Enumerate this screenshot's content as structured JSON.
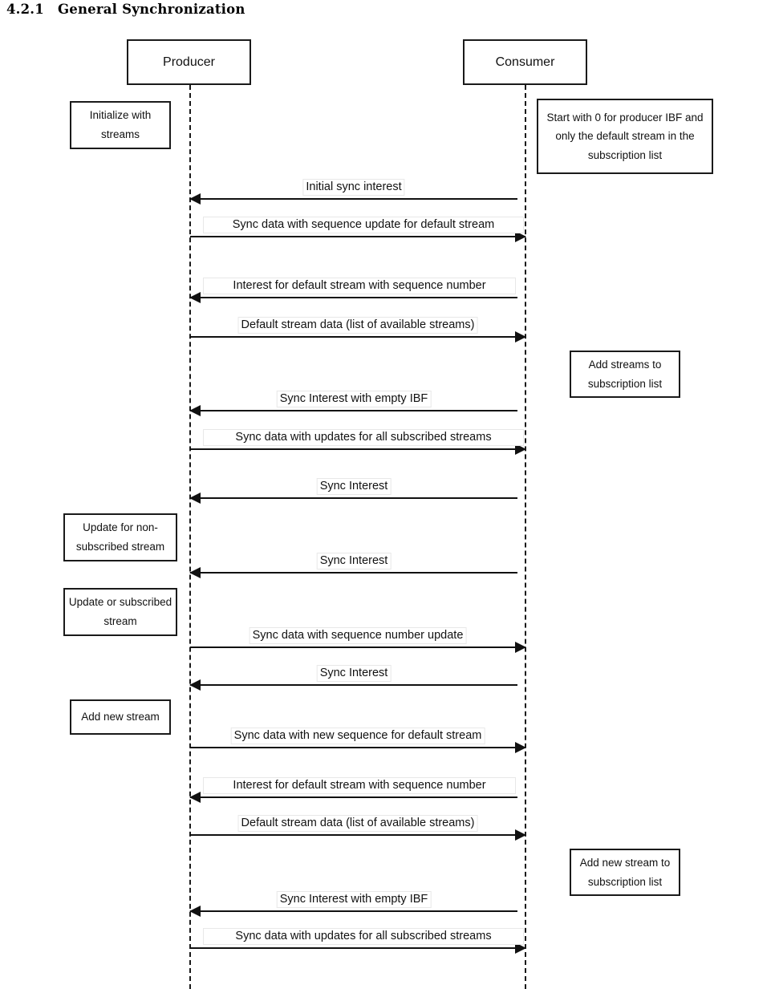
{
  "heading": {
    "number": "4.2.1",
    "title": "General Synchronization"
  },
  "actors": [
    {
      "id": "producer",
      "label": "Producer"
    },
    {
      "id": "consumer",
      "label": "Consumer"
    }
  ],
  "notes": [
    {
      "id": "note-initialize",
      "side": "producer",
      "text": "Initialize with streams"
    },
    {
      "id": "note-start-with-zero",
      "side": "consumer",
      "text": "Start with 0 for producer IBF and only the default stream in the subscription list"
    },
    {
      "id": "note-add-streams",
      "side": "consumer",
      "text": "Add streams to subscription list"
    },
    {
      "id": "note-update-nonsub",
      "side": "producer",
      "text": "Update for non-subscribed stream"
    },
    {
      "id": "note-update-sub",
      "side": "producer",
      "text": "Update or subscribed stream"
    },
    {
      "id": "note-add-new-stream",
      "side": "producer",
      "text": "Add new stream"
    },
    {
      "id": "note-add-new-stream-to-list",
      "side": "consumer",
      "text": "Add new stream to subscription list"
    }
  ],
  "messages": [
    {
      "id": "msg-1",
      "label": "Initial sync interest",
      "direction": "consumer-to-producer"
    },
    {
      "id": "msg-2",
      "label": "Sync data with sequence update for default stream",
      "direction": "producer-to-consumer"
    },
    {
      "id": "msg-3",
      "label": "Interest for default stream with sequence number",
      "direction": "consumer-to-producer"
    },
    {
      "id": "msg-4",
      "label": "Default stream data (list of available streams)",
      "direction": "producer-to-consumer"
    },
    {
      "id": "msg-5",
      "label": "Sync Interest with empty IBF",
      "direction": "consumer-to-producer"
    },
    {
      "id": "msg-6",
      "label": "Sync data with updates for all subscribed streams",
      "direction": "producer-to-consumer"
    },
    {
      "id": "msg-7",
      "label": "Sync Interest",
      "direction": "consumer-to-producer"
    },
    {
      "id": "msg-8",
      "label": "Sync Interest",
      "direction": "consumer-to-producer"
    },
    {
      "id": "msg-9",
      "label": "Sync data with sequence number update",
      "direction": "producer-to-consumer"
    },
    {
      "id": "msg-10",
      "label": "Sync Interest",
      "direction": "consumer-to-producer"
    },
    {
      "id": "msg-11",
      "label": "Sync data with new sequence for default stream",
      "direction": "producer-to-consumer"
    },
    {
      "id": "msg-12",
      "label": "Interest for default stream with sequence number",
      "direction": "consumer-to-producer"
    },
    {
      "id": "msg-13",
      "label": "Default stream data (list of available streams)",
      "direction": "producer-to-consumer"
    },
    {
      "id": "msg-14",
      "label": "Sync Interest with empty IBF",
      "direction": "consumer-to-producer"
    },
    {
      "id": "msg-15",
      "label": "Sync data with updates for all subscribed streams",
      "direction": "producer-to-consumer"
    }
  ],
  "colors": {
    "stroke": "#1a1a1a",
    "background": "#ffffff",
    "text": "#111111"
  }
}
